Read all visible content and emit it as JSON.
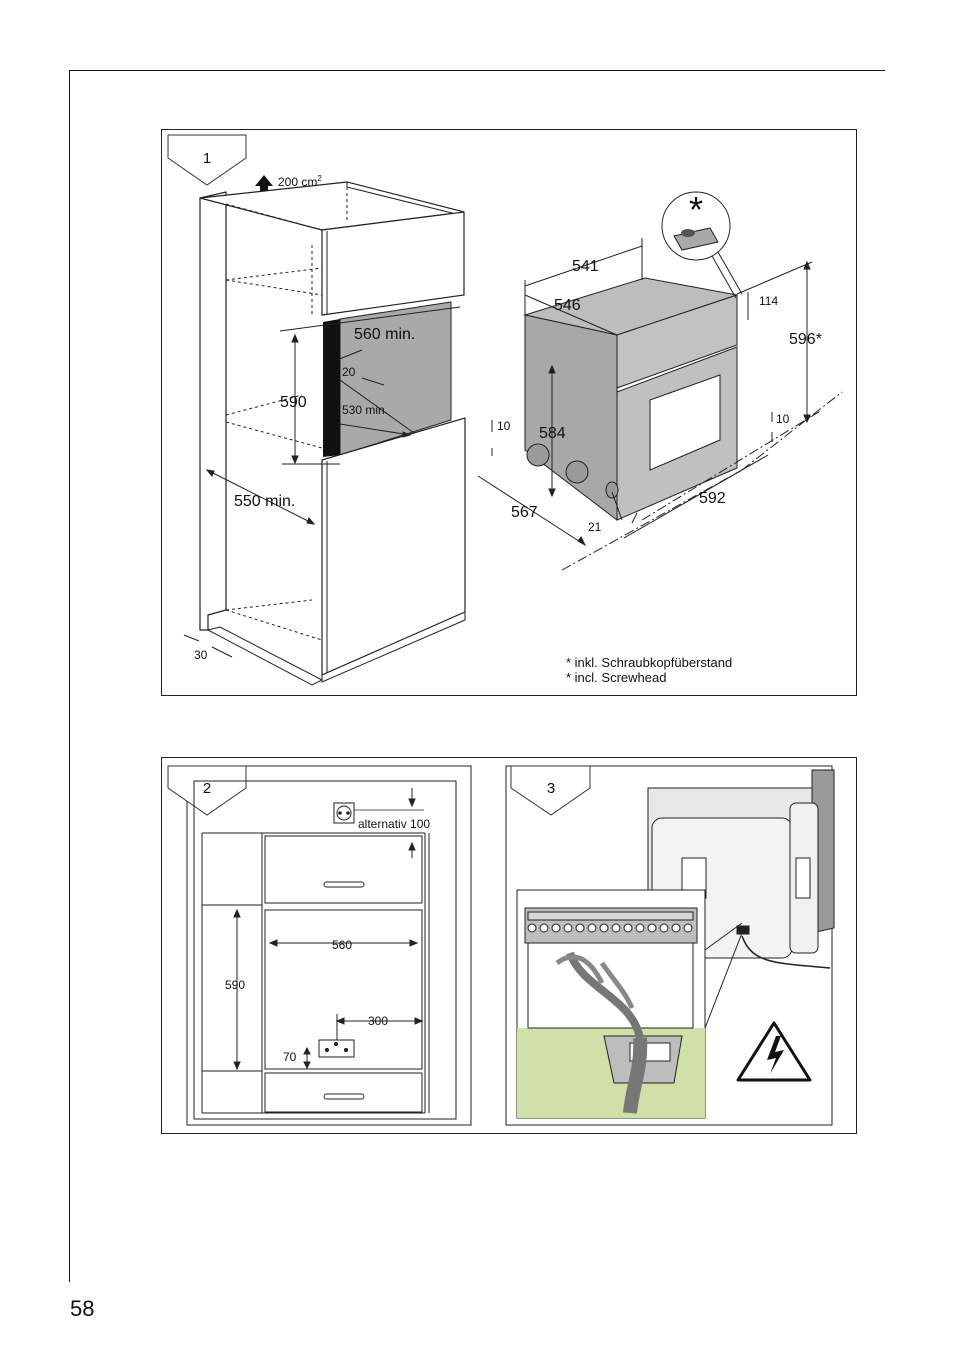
{
  "page": {
    "number": "58"
  },
  "figure1": {
    "tag": "1",
    "vent": "200 cm",
    "vent_sup": "2",
    "niche": {
      "width_min": "560 min.",
      "height": "590",
      "depth_min": "530 min.",
      "gap": "20",
      "cabinet_depth_min": "550 min.",
      "plinth": "30"
    },
    "oven": {
      "depth_top": "541",
      "depth_body": "546",
      "top_panel": "114",
      "height_total": "596*",
      "body_height": "584",
      "foot_left": "10",
      "foot_right": "10",
      "width_front": "592",
      "depth_side": "567",
      "door": "21"
    },
    "star": "*",
    "footnotes": [
      "* inkl. Schraubkopfüberstand",
      "* incl. Screwhead"
    ]
  },
  "figure2": {
    "tag": "2",
    "socket_alt": "alternativ 100",
    "width": "560",
    "height": "590",
    "offset": "300",
    "socket_height": "70"
  },
  "figure3": {
    "tag": "3"
  }
}
